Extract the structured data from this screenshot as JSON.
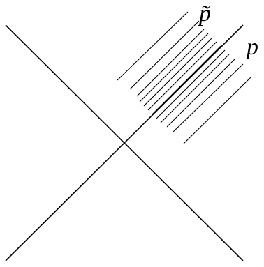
{
  "colors": {
    "background": "#ffffff",
    "ink": "#000000"
  },
  "labels": {
    "p_tilde": "p̃",
    "p": "p"
  },
  "diagram": {
    "type": "spacetime-lightcone",
    "axes": [
      {
        "name": "diagonal-falling"
      },
      {
        "name": "diagonal-rising"
      }
    ],
    "ray_families": [
      {
        "label": "p̃",
        "line_count": 6
      },
      {
        "label": "p",
        "line_count": 6
      }
    ]
  }
}
